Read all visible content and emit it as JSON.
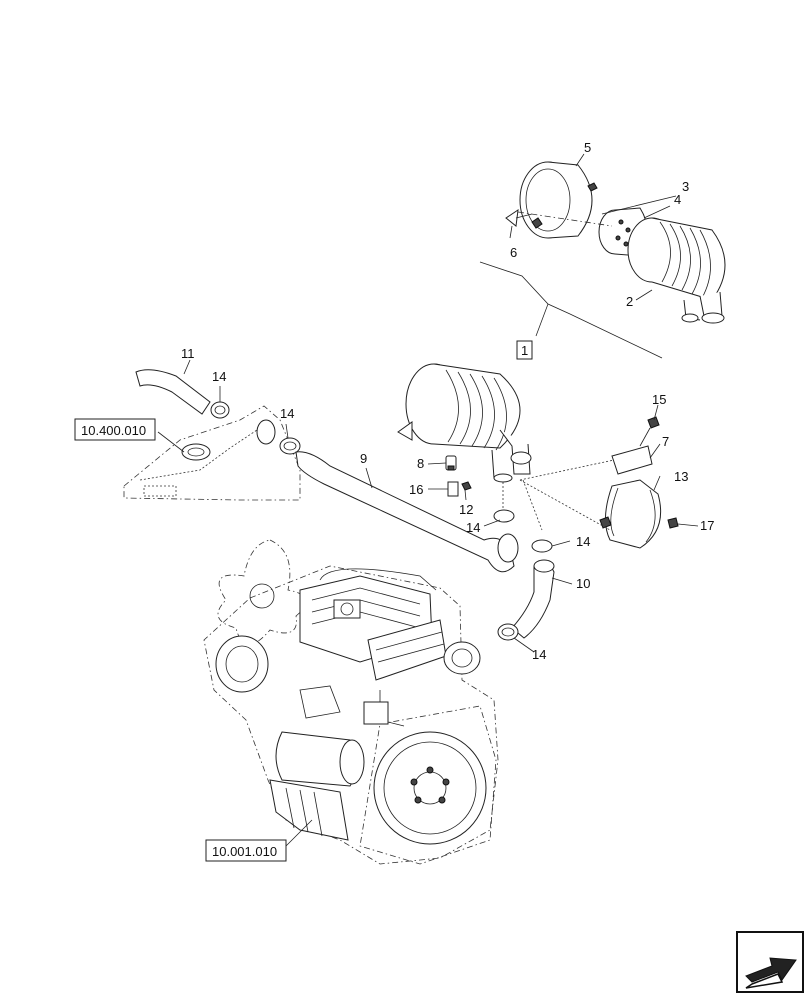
{
  "callouts": [
    {
      "id": "c1",
      "text": "1"
    },
    {
      "id": "c2",
      "text": "2"
    },
    {
      "id": "c3",
      "text": "3"
    },
    {
      "id": "c4",
      "text": "4"
    },
    {
      "id": "c5",
      "text": "5"
    },
    {
      "id": "c6",
      "text": "6"
    },
    {
      "id": "c7",
      "text": "7"
    },
    {
      "id": "c8",
      "text": "8"
    },
    {
      "id": "c9",
      "text": "9"
    },
    {
      "id": "c10",
      "text": "10"
    },
    {
      "id": "c11",
      "text": "11"
    },
    {
      "id": "c12",
      "text": "12"
    },
    {
      "id": "c13",
      "text": "13"
    },
    {
      "id": "c14a",
      "text": "14"
    },
    {
      "id": "c14b",
      "text": "14"
    },
    {
      "id": "c14c",
      "text": "14"
    },
    {
      "id": "c14d",
      "text": "14"
    },
    {
      "id": "c14e",
      "text": "14"
    },
    {
      "id": "c15",
      "text": "15"
    },
    {
      "id": "c16",
      "text": "16"
    },
    {
      "id": "c17",
      "text": "17"
    }
  ],
  "references": {
    "radiator_ref": "10.400.010",
    "engine_ref": "10.001.010"
  },
  "nav_icon": "next-page-arrow-icon"
}
